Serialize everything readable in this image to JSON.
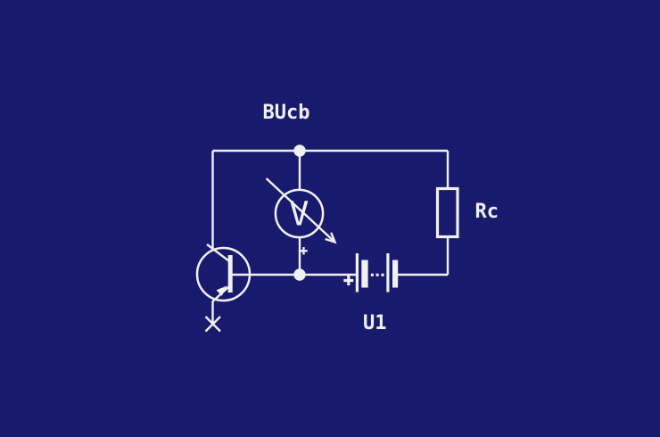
{
  "colors": {
    "background": "#181a6d",
    "line": "#f0f1f4"
  },
  "diagram": {
    "type": "circuit-schematic",
    "labels": {
      "net": "BUcb",
      "resistor": "Rc",
      "battery": "U1",
      "voltmeter_glyph": "V",
      "voltmeter_polarity": "+",
      "battery_polarity": "+"
    },
    "components": [
      {
        "id": "Q1",
        "type": "pnp-transistor",
        "marks": [
          "open-terminal-x"
        ]
      },
      {
        "id": "VM",
        "type": "voltmeter",
        "glyph": "V",
        "polarity_mark": "+",
        "marks": [
          "variable-arrow"
        ]
      },
      {
        "id": "U1",
        "type": "battery-two-cell",
        "polarity_mark": "+"
      },
      {
        "id": "Rc",
        "type": "resistor"
      }
    ]
  }
}
